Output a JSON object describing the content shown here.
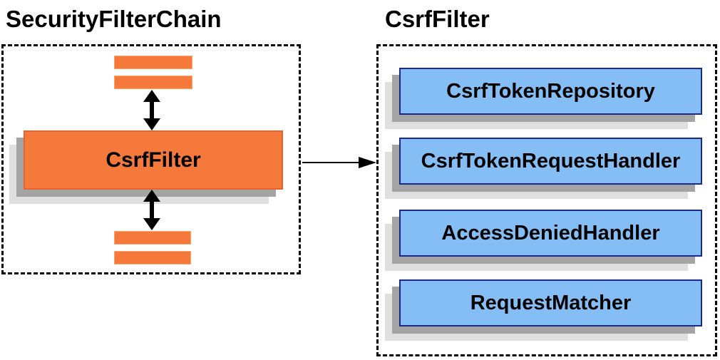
{
  "diagram": {
    "left": {
      "title": "SecurityFilterChain",
      "node_label": "CsrfFilter"
    },
    "right": {
      "title": "CsrfFilter",
      "components": [
        "CsrfTokenRepository",
        "CsrfTokenRequestHandler",
        "AccessDeniedHandler",
        "RequestMatcher"
      ]
    },
    "colors": {
      "orange_fill": "#f4793b",
      "orange_border": "#e8622d",
      "blue_fill": "#85bef5",
      "blue_border": "#1b2a8a",
      "shadow_dark": "#a4a4a4",
      "shadow_light": "#dfdfdf",
      "arrow": "#000000",
      "text": "#000000"
    }
  }
}
